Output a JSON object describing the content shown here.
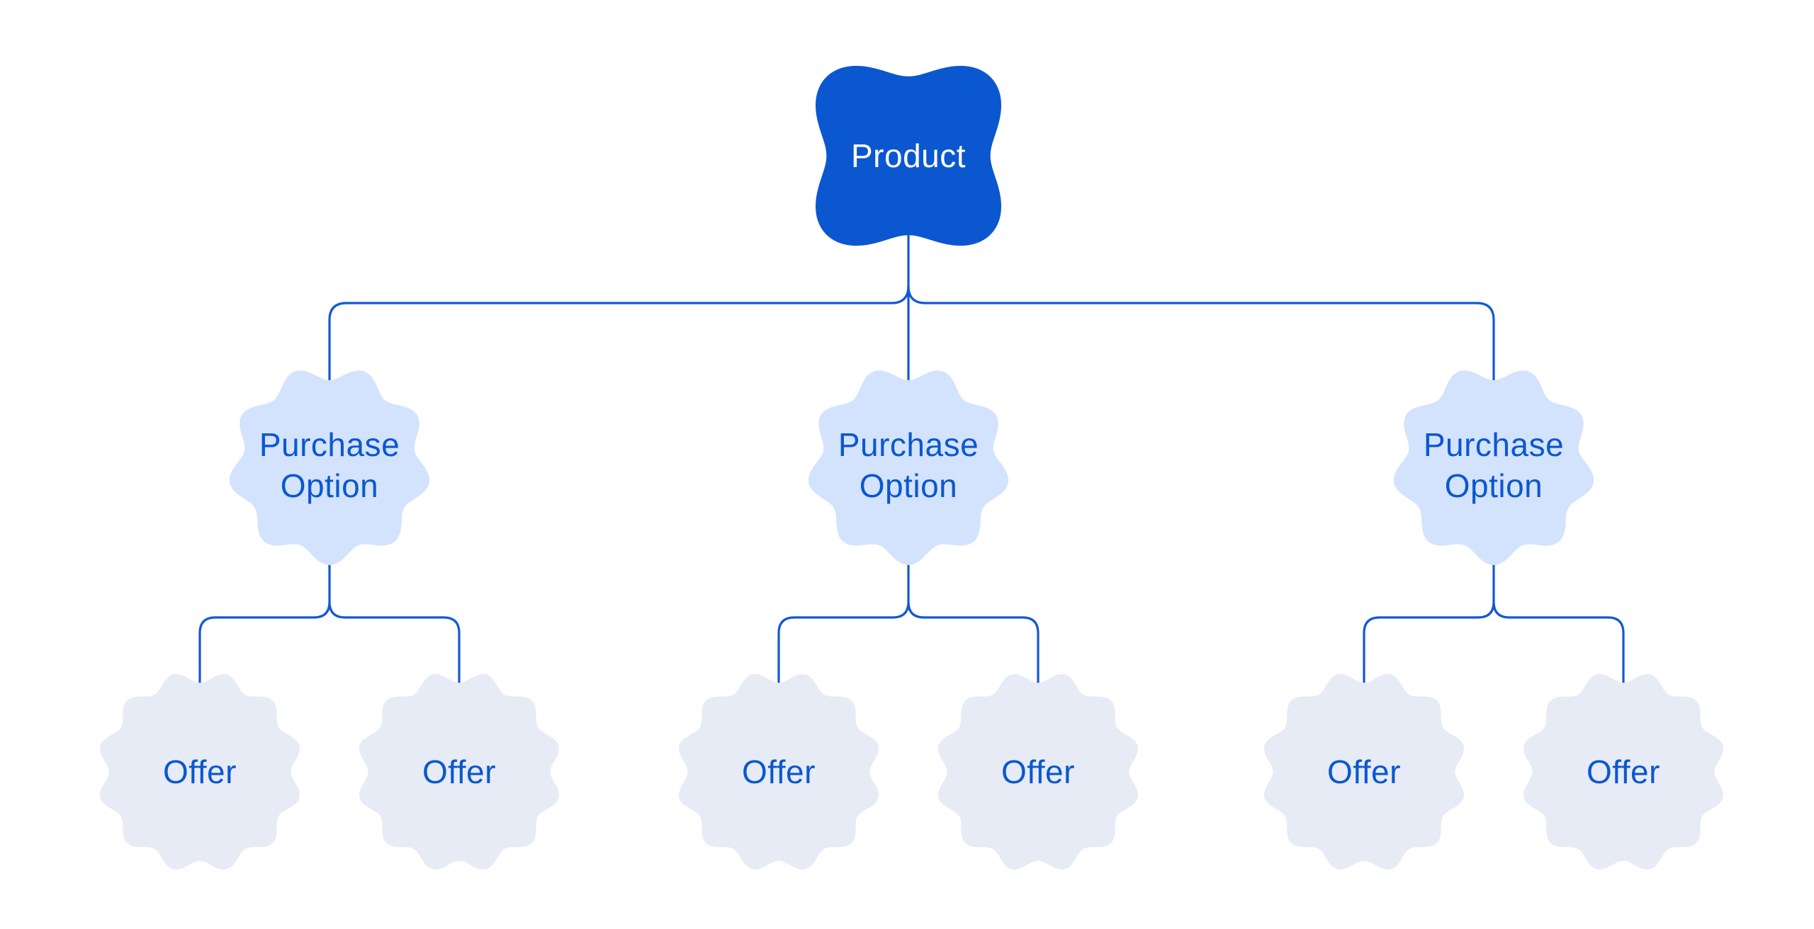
{
  "diagram": {
    "root": {
      "label": "Product"
    },
    "purchase_options": [
      {
        "label": "Purchase Option",
        "offers": [
          {
            "label": "Offer"
          },
          {
            "label": "Offer"
          }
        ]
      },
      {
        "label": "Purchase Option",
        "offers": [
          {
            "label": "Offer"
          },
          {
            "label": "Offer"
          }
        ]
      },
      {
        "label": "Purchase Option",
        "offers": [
          {
            "label": "Offer"
          },
          {
            "label": "Offer"
          }
        ]
      }
    ]
  },
  "colors": {
    "background": "#ffffff",
    "product_fill": "#0b57d0",
    "product_text": "#ffffff",
    "purchase_fill": "#d3e3fd",
    "offer_fill": "#e7ebf5",
    "label_text": "#0b57d0",
    "connector": "#1458d4"
  }
}
